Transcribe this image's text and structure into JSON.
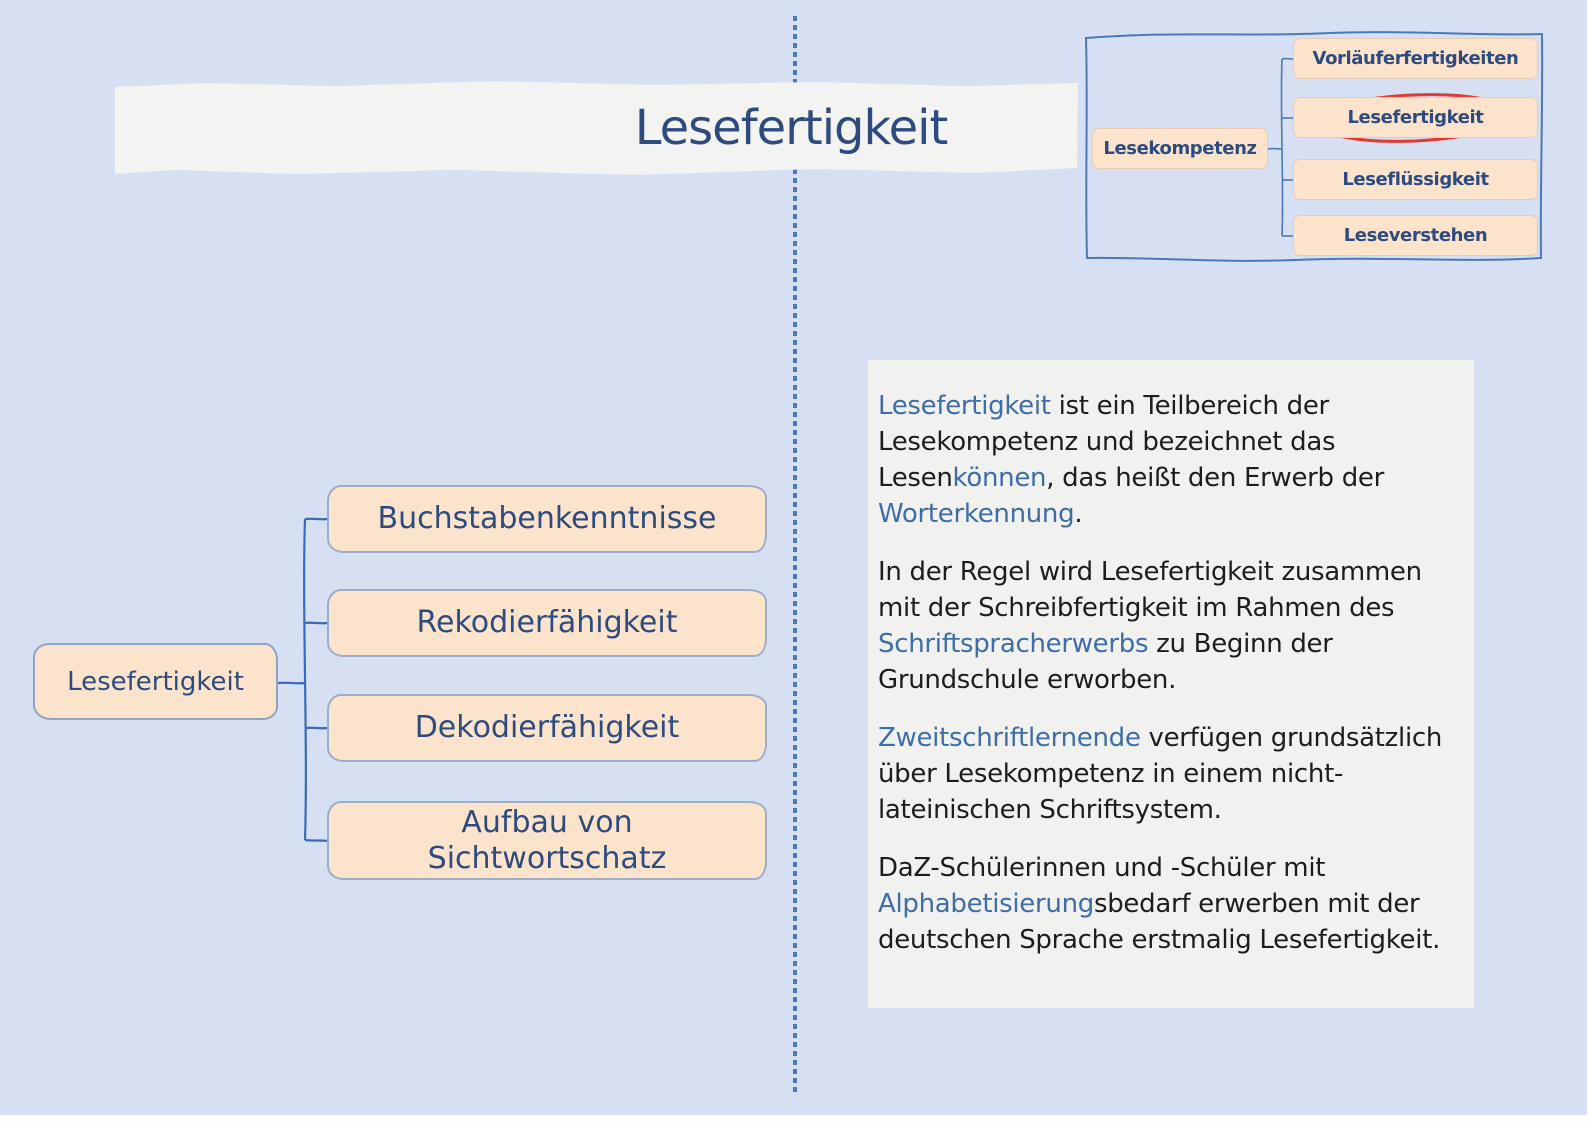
{
  "title": {
    "text": "Lesefertigkeit"
  },
  "minimap": {
    "root": {
      "label": "Lesekompetenz"
    },
    "children": [
      {
        "label": "Vorläuferfertigkeiten",
        "highlighted": false
      },
      {
        "label": "Lesefertigkeit",
        "highlighted": true
      },
      {
        "label": "Leseflüssigkeit",
        "highlighted": false
      },
      {
        "label": "Leseverstehen",
        "highlighted": false
      }
    ]
  },
  "tree": {
    "root": {
      "label": "Lesefertigkeit"
    },
    "children": [
      {
        "label": "Buchstabenkenntnisse"
      },
      {
        "label": "Rekodierfähigkeit"
      },
      {
        "label": "Dekodierfähigkeit"
      },
      {
        "label": "Aufbau von Sichtwortschatz"
      }
    ]
  },
  "panel": {
    "paragraphs": [
      {
        "segments": [
          {
            "text": "Lesefertigkeit",
            "link": true
          },
          {
            "text": " ist ein Teilbereich der Lesekompetenz und bezeichnet das Lesen",
            "link": false
          },
          {
            "text": "können",
            "link": true
          },
          {
            "text": ", das heißt den Erwerb der ",
            "link": false
          },
          {
            "text": "Worterkennung",
            "link": true
          },
          {
            "text": ".",
            "link": false
          }
        ]
      },
      {
        "segments": [
          {
            "text": "In der Regel wird Lesefertigkeit zusammen mit der Schreibfertigkeit im Rahmen des ",
            "link": false
          },
          {
            "text": "Schriftspracherwerbs",
            "link": true
          },
          {
            "text": " zu Beginn der Grundschule erworben.",
            "link": false
          }
        ]
      },
      {
        "segments": [
          {
            "text": "Zweitschriftlernende",
            "link": true
          },
          {
            "text": " verfügen grundsätzlich über Lesekompetenz in einem nicht-lateinischen Schriftsystem.",
            "link": false
          }
        ]
      },
      {
        "segments": [
          {
            "text": "DaZ-Schülerinnen und -Schüler mit ",
            "link": false
          },
          {
            "text": "Alphabetisierung",
            "link": true
          },
          {
            "text": "sbedarf erwerben mit der deutschen Sprache erstmalig Lesefertigkeit.",
            "link": false
          }
        ]
      }
    ]
  },
  "colors": {
    "background": "#d6e0f2",
    "banner": "#f3f3f1",
    "panel": "#f1f1ef",
    "node-fill": "#fce4cc",
    "node-text": "#2d4b7e",
    "node-border": "#9cadc9",
    "minimap-node-border": "#e6cdb2",
    "connector": "#3a6cb3",
    "minimap-border": "#4a79b8",
    "link": "#3e6da7",
    "highlight-red": "#e6392e",
    "divider": "#4d79bd",
    "body-text": "#1d1d1d"
  }
}
